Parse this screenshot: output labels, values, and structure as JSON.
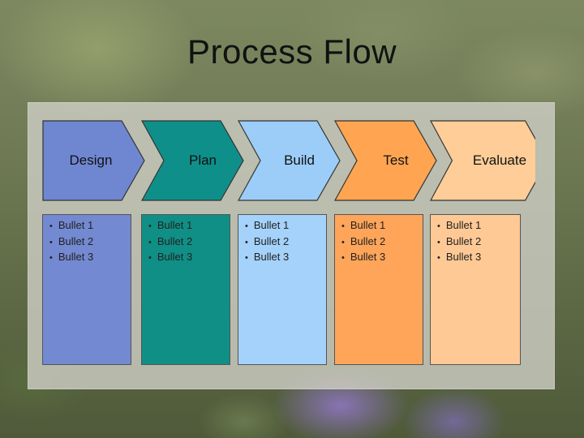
{
  "slide": {
    "title": "Process Flow"
  },
  "stages": [
    {
      "label": "Design",
      "bullets": [
        "Bullet 1",
        "Bullet 2",
        "Bullet 3"
      ],
      "color": "#6f87d1",
      "box_color": "#7389d1"
    },
    {
      "label": "Plan",
      "bullets": [
        "Bullet 1",
        "Bullet 2",
        "Bullet 3"
      ],
      "color": "#0f8f8a",
      "box_color": "#0f8f86"
    },
    {
      "label": "Build",
      "bullets": [
        "Bullet 1",
        "Bullet 2",
        "Bullet 3"
      ],
      "color": "#9ccdf8",
      "box_color": "#a5d2fb"
    },
    {
      "label": "Test",
      "bullets": [
        "Bullet 1",
        "Bullet 2",
        "Bullet 3"
      ],
      "color": "#ffa552",
      "box_color": "#ffa55a"
    },
    {
      "label": "Evaluate",
      "bullets": [
        "Bullet 1",
        "Bullet 2",
        "Bullet 3"
      ],
      "color": "#ffcd98",
      "box_color": "#ffc995"
    }
  ]
}
